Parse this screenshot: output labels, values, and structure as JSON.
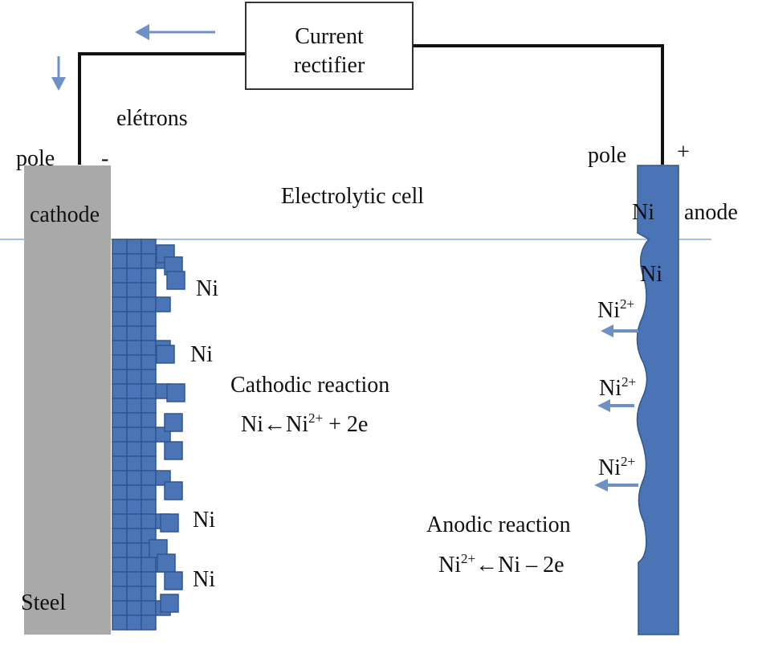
{
  "rectifier": {
    "line1": "Current",
    "line2": "rectifier"
  },
  "labels": {
    "electrons": "elétrons",
    "pole_left": "pole",
    "minus": "-",
    "pole_right": "pole",
    "plus": "+",
    "cathode": "cathode",
    "steel": "Steel",
    "electrolytic_cell": "Electrolytic cell",
    "anode_ni": "Ni",
    "anode": "anode"
  },
  "cathode_ni": [
    "Ni",
    "Ni",
    "Ni",
    "Ni"
  ],
  "anode_ions": {
    "ni_top": "Ni",
    "ion_base": "Ni",
    "ion_charge": "2+"
  },
  "cathodic": {
    "title": "Cathodic reaction",
    "eq_left": "Ni←Ni",
    "eq_charge": "2+",
    "eq_right": " + 2e"
  },
  "anodic": {
    "title": "Anodic reaction",
    "eq_left": "Ni",
    "eq_charge": "2+",
    "eq_right": "←Ni – 2e"
  },
  "colors": {
    "cathode": "#a9a9a9",
    "nickel": "#4a74b6",
    "nickel_edge": "#2f568f",
    "arrow": "#6f90c4",
    "wire": "#111111",
    "electrolyte_line": "#a8c0e0"
  }
}
